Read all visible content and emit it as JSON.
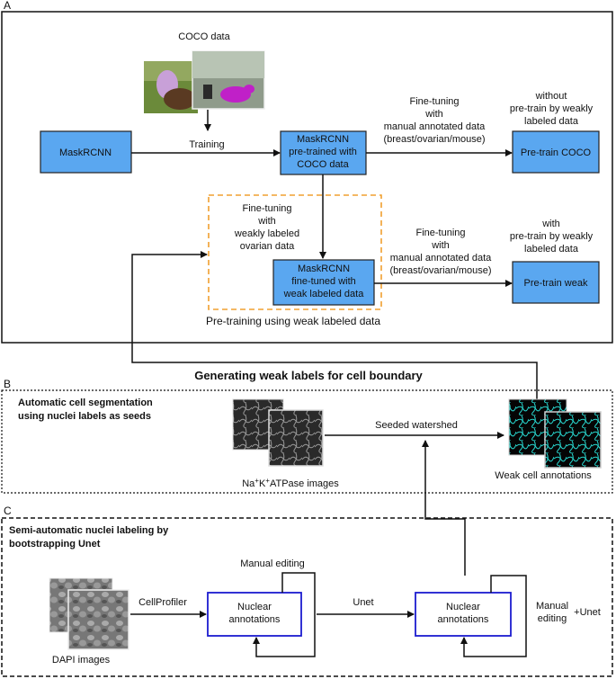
{
  "panels": {
    "a": {
      "letter": "A"
    },
    "b": {
      "letter": "B",
      "title": "Generating weak labels for cell boundary",
      "subtitle_lines": [
        "Automatic cell segmentation",
        "using nuclei labels as seeds"
      ]
    },
    "c": {
      "letter": "C",
      "subtitle_lines": [
        "Semi-automatic nuclei labeling by",
        "bootstrapping Unet"
      ]
    }
  },
  "panel_a": {
    "coco_label": "COCO data",
    "maskrcnn_box": "MaskRCNN",
    "training_label": "Training",
    "pretrained_box": [
      "MaskRCNN",
      "pre-trained with",
      "COCO data"
    ],
    "finetune_manual_top": [
      "Fine-tuning",
      "with",
      "manual annotated data",
      "(breast/ovarian/mouse)"
    ],
    "without_label": [
      "without",
      "pre-train by weakly",
      "labeled data"
    ],
    "pretrain_coco_box": "Pre-train COCO",
    "finetune_weak": [
      "Fine-tuning",
      "with",
      "weakly labeled",
      "ovarian data"
    ],
    "finetuned_box": [
      "MaskRCNN",
      "fine-tuned with",
      "weak labeled data"
    ],
    "finetune_manual_bottom": [
      "Fine-tuning",
      "with",
      "manual annotated data",
      "(breast/ovarian/mouse)"
    ],
    "with_label": [
      "with",
      "pre-train by weakly",
      "labeled data"
    ],
    "pretrain_weak_box": "Pre-train weak",
    "pretraining_caption": "Pre-training using weak labeled data"
  },
  "panel_b": {
    "seeded_watershed": "Seeded watershed",
    "image_caption": {
      "base1": "Na",
      "sup1": "+",
      "base2": "K",
      "sup2": "+",
      "rest": "ATPase images"
    },
    "weak_annotations": "Weak cell annotations"
  },
  "panel_c": {
    "cellprofiler": "CellProfiler",
    "manual_editing_top": "Manual editing",
    "nuclear_box_1": [
      "Nuclear",
      "annotations"
    ],
    "unet": "Unet",
    "nuclear_box_2": [
      "Nuclear",
      "annotations"
    ],
    "manual_editing_right": [
      "Manual",
      "editing"
    ],
    "plus_unet": "+Unet",
    "dapi_caption": "DAPI images"
  },
  "colors": {
    "box_fill": "#5aa7f0",
    "box_stroke": "#222222",
    "nuclear_stroke": "#1c1ccf",
    "dashed_orange": "#f0a030",
    "magenta": "#c020c8"
  }
}
